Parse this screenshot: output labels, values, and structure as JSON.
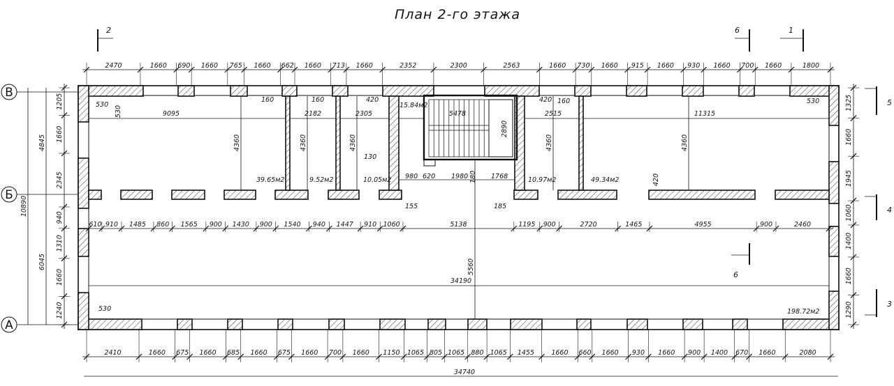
{
  "title": "План 2-го этажа",
  "axes": {
    "rows": [
      "В",
      "Б",
      "А"
    ],
    "right_numbers": [
      "5",
      "4",
      "3"
    ]
  },
  "section_marks": [
    "2",
    "6",
    "1",
    "6"
  ],
  "top_dims": [
    "2470",
    "1660",
    "690",
    "1660",
    "765",
    "1660",
    "662",
    "1660",
    "713",
    "1660",
    "2352",
    "2300",
    "2563",
    "1660",
    "730",
    "1660",
    "915",
    "1660",
    "930",
    "1660",
    "700",
    "1660",
    "1800"
  ],
  "bottom_dims": [
    "2410",
    "1660",
    "675",
    "1660",
    "685",
    "1660",
    "675",
    "1660",
    "700",
    "1660",
    "1150",
    "1065",
    "805",
    "1065",
    "880",
    "1065",
    "1455",
    "1660",
    "660",
    "1660",
    "930",
    "1660",
    "900",
    "1400",
    "670",
    "1660",
    "2080"
  ],
  "mid_dims": [
    "610",
    "910",
    "1485",
    "860",
    "1565",
    "900",
    "1430",
    "900",
    "1540",
    "940",
    "1447",
    "910",
    "1060",
    "5138",
    "1195",
    "900",
    "2720",
    "1465",
    "4955",
    "900",
    "2460"
  ],
  "total_bottom": "34740",
  "inner_span": "34190",
  "left_dims": {
    "outer": "10890",
    "upper": "4845",
    "lower": "6045",
    "inner": [
      "1205",
      "1660",
      "2345",
      "940",
      "1310",
      "1660",
      "1240"
    ]
  },
  "right_dims": [
    "1325",
    "1660",
    "1945",
    "1060",
    "1400",
    "1660",
    "1290"
  ],
  "room_dims": {
    "r1_width": "9095",
    "r2_width": "2182",
    "r3_width": "2305",
    "stair_width": "5478",
    "stair_height": "2890",
    "r5_width": "2515",
    "r6_width": "11315",
    "height": "4360",
    "corridor_height": "5560",
    "w530a": "530",
    "w530b": "530",
    "w530c": "530",
    "w530d": "530",
    "w160a": "160",
    "w160b": "160",
    "w160c": "160",
    "w420a": "420",
    "w420b": "420",
    "w420c": "420",
    "w130": "130",
    "w980": "980",
    "w620": "620",
    "w1980": "1980",
    "w180": "180",
    "w1768": "1768",
    "w155": "155",
    "w185": "185"
  },
  "areas": {
    "r1": "39.65м2",
    "r2": "9.52м2",
    "r3": "10.05м2",
    "stair": "15.84м2",
    "r5": "10.97м2",
    "r6": "49.34м2",
    "corridor": "198.72м2"
  }
}
